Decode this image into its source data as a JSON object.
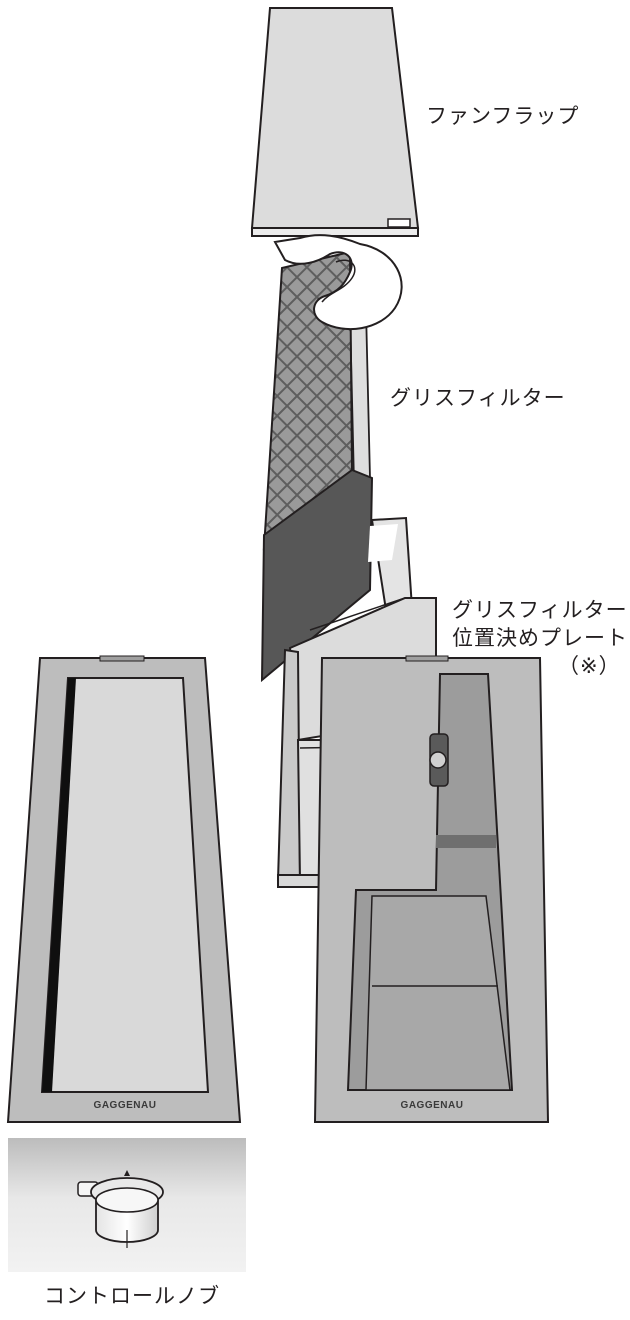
{
  "labels": {
    "fan_flap": "ファンフラップ",
    "grease_filter": "グリスフィルター",
    "positioning_plate_line1": "グリスフィルター",
    "positioning_plate_line2": "位置決めプレート",
    "positioning_plate_note": "（※）",
    "control_knob": "コントロールノブ"
  },
  "brand": {
    "left_unit": "GAGGENAU",
    "right_unit": "GAGGENAU"
  },
  "colors": {
    "metal_frame": "#b9b9b9",
    "panel_light": "#dcdcdc",
    "mesh": "#8c8c8c",
    "filter_dark": "#575757",
    "outline": "#231f20"
  }
}
